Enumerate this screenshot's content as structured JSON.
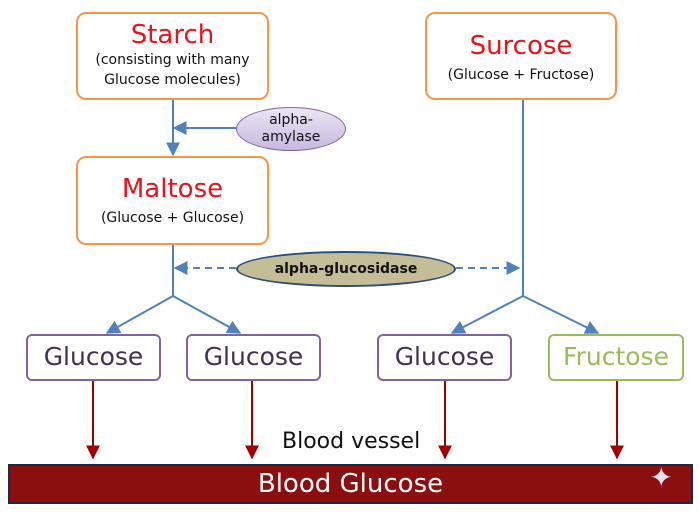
{
  "starch": {
    "title": "Starch",
    "subtitle_line1": "(consisting with many",
    "subtitle_line2": "Glucose molecules)"
  },
  "surcose": {
    "title": "Surcose",
    "subtitle": "(Glucose + Fructose)"
  },
  "maltose": {
    "title": "Maltose",
    "subtitle": "(Glucose + Glucose)"
  },
  "enzymes": {
    "amylase_line1": "alpha-",
    "amylase_line2": "amylase",
    "glucosidase": "alpha-glucosidase"
  },
  "products": [
    "Glucose",
    "Glucose",
    "Glucose",
    "Fructose"
  ],
  "blood_vessel_label": "Blood vessel",
  "blood_glucose_label": "Blood Glucose",
  "colors": {
    "box_border": "#f79646",
    "title_red": "#e8131b",
    "glucose_border": "#8064a2",
    "fructose_border": "#9bbb59",
    "connector_blue": "#4f81bd",
    "arrow_red": "#a00000",
    "blood_bar": "#8b0f0f"
  }
}
